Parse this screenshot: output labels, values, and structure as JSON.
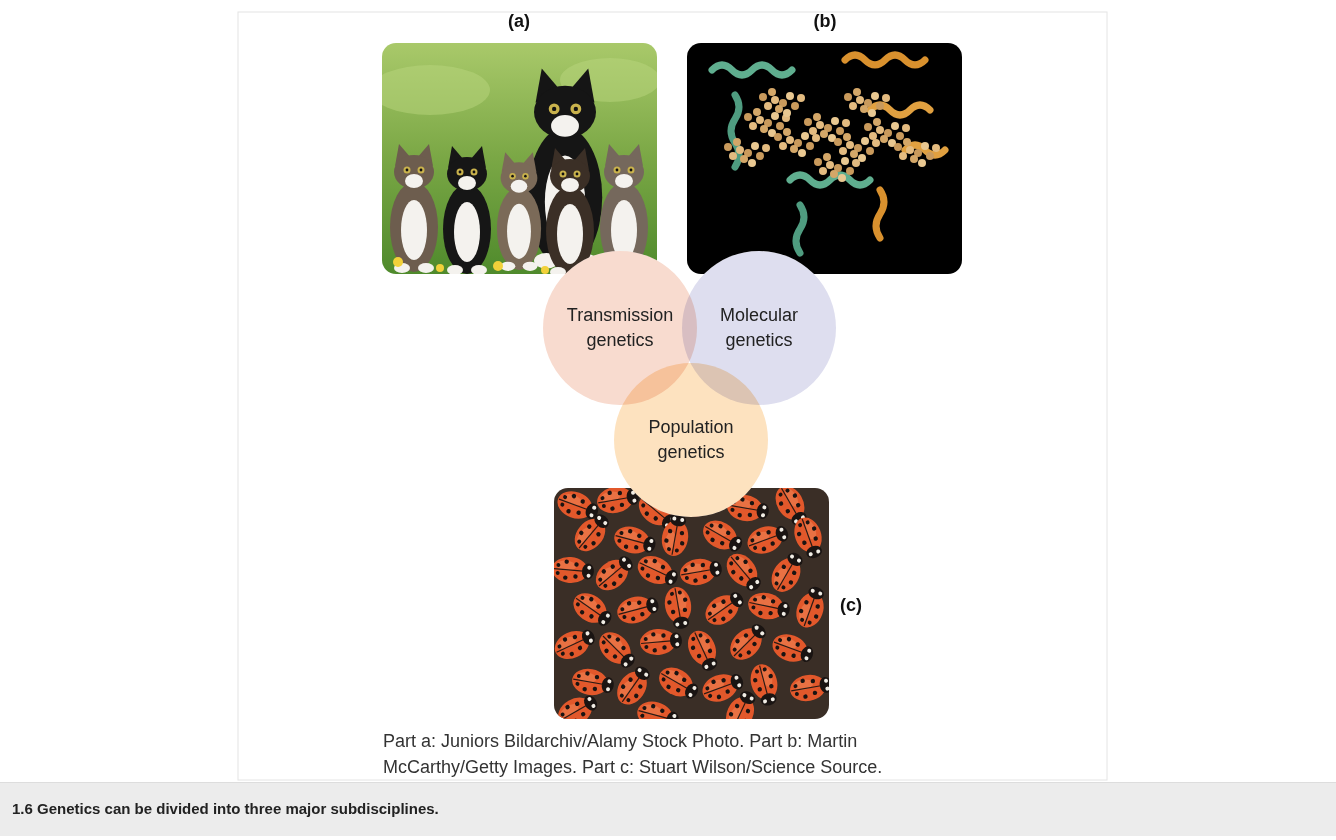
{
  "diagram": {
    "caption": "1.6 Genetics can be divided into three major subdisciplines.",
    "nodes": [
      {
        "text": [
          "Transmission genetics"
        ]
      },
      {
        "text": [
          "Molecular genetics"
        ]
      },
      {
        "text": [
          "Population genetics"
        ]
      }
    ],
    "labels": [
      "(a)",
      "(b)",
      "(c)",
      "Part a: Juniors Bildarchiv/Alamy Stock Photo. Part b: Martin McCarthy/Getty Images. Part c: Stuart Wilson/Science Source."
    ]
  }
}
